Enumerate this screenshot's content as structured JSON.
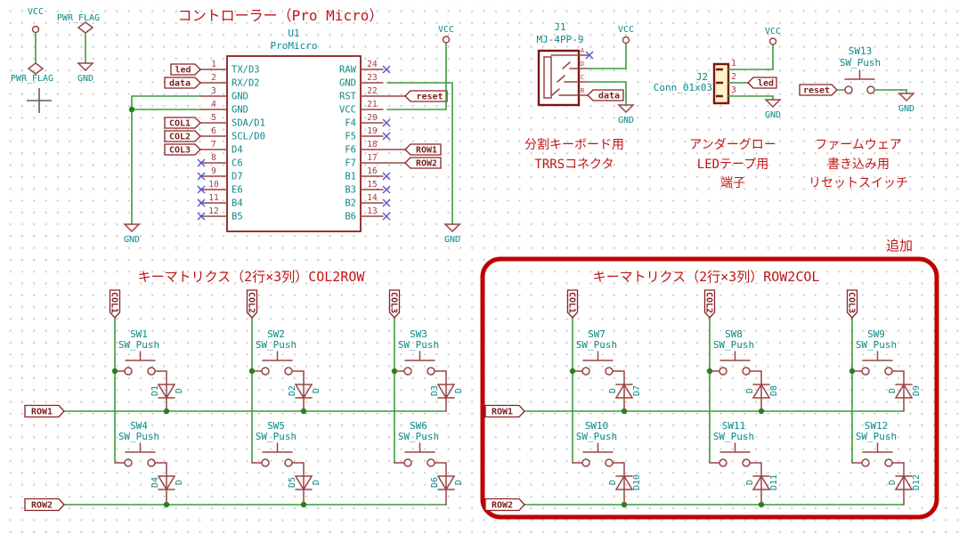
{
  "power": {
    "vcc": "VCC",
    "gnd": "GND",
    "pwr_flag": "PWR_FLAG"
  },
  "controller": {
    "title": "コントローラー（Pro Micro）",
    "ref": "U1",
    "value": "ProMicro",
    "left_pins": [
      {
        "num": "1",
        "name": "TX/D3",
        "label": "led"
      },
      {
        "num": "2",
        "name": "RX/D2",
        "label": "data"
      },
      {
        "num": "3",
        "name": "GND",
        "wire": true
      },
      {
        "num": "4",
        "name": "GND",
        "wire": true
      },
      {
        "num": "5",
        "name": "SDA/D1",
        "label": "COL1"
      },
      {
        "num": "6",
        "name": "SCL/D0",
        "label": "COL2"
      },
      {
        "num": "7",
        "name": "D4",
        "label": "COL3"
      },
      {
        "num": "8",
        "name": "C6",
        "nc": true
      },
      {
        "num": "9",
        "name": "D7",
        "nc": true
      },
      {
        "num": "10",
        "name": "E6",
        "nc": true
      },
      {
        "num": "11",
        "name": "B4",
        "nc": true
      },
      {
        "num": "12",
        "name": "B5",
        "nc": true
      }
    ],
    "right_pins": [
      {
        "num": "24",
        "name": "RAW",
        "nc": true
      },
      {
        "num": "23",
        "name": "GND",
        "wire": true
      },
      {
        "num": "22",
        "name": "RST",
        "label": "reset"
      },
      {
        "num": "21",
        "name": "VCC",
        "wire": true
      },
      {
        "num": "20",
        "name": "F4",
        "nc": true
      },
      {
        "num": "19",
        "name": "F5",
        "nc": true
      },
      {
        "num": "18",
        "name": "F6",
        "label": "ROW1"
      },
      {
        "num": "17",
        "name": "F7",
        "label": "ROW2"
      },
      {
        "num": "16",
        "name": "B1",
        "nc": true
      },
      {
        "num": "15",
        "name": "B3",
        "nc": true
      },
      {
        "num": "14",
        "name": "B2",
        "nc": true
      },
      {
        "num": "13",
        "name": "B6",
        "nc": true
      }
    ]
  },
  "trrs": {
    "ref": "J1",
    "value": "MJ-4PP-9",
    "pin_letters": [
      "A",
      "D",
      "C",
      "B"
    ],
    "data_label": "data",
    "caption_line1": "分割キーボード用",
    "caption_line2": "TRRSコネクタ"
  },
  "led_conn": {
    "ref": "J2",
    "value": "Conn_01x03",
    "pin_numbers": [
      "1",
      "2",
      "3"
    ],
    "led_label": "led",
    "caption_line1": "アンダーグロー",
    "caption_line2": "LEDテープ用",
    "caption_line3": "端子"
  },
  "reset_switch": {
    "ref": "SW13",
    "value": "SW_Push",
    "label": "reset",
    "caption_line1": "ファームウェア",
    "caption_line2": "書き込み用",
    "caption_line3": "リセットスイッチ"
  },
  "added_note": "追加",
  "matrix_left": {
    "title": "キーマトリクス（2行×3列）COL2ROW",
    "col_labels": [
      "COL1",
      "COL2",
      "COL3"
    ],
    "row_labels": [
      "ROW1",
      "ROW2"
    ],
    "cells": [
      {
        "ref": "SW1",
        "value": "SW_Push",
        "d_left": "D1",
        "d_right": "D"
      },
      {
        "ref": "SW2",
        "value": "SW_Push",
        "d_left": "D2",
        "d_right": "D"
      },
      {
        "ref": "SW3",
        "value": "SW_Push",
        "d_left": "D3",
        "d_right": "D"
      },
      {
        "ref": "SW4",
        "value": "SW_Push",
        "d_left": "D4",
        "d_right": "D"
      },
      {
        "ref": "SW5",
        "value": "SW_Push",
        "d_left": "D5",
        "d_right": "D"
      },
      {
        "ref": "SW6",
        "value": "SW_Push",
        "d_left": "D6",
        "d_right": "D"
      }
    ]
  },
  "matrix_right": {
    "title": "キーマトリクス（2行×3列）ROW2COL",
    "col_labels": [
      "COL1",
      "COL2",
      "COL3"
    ],
    "row_labels": [
      "ROW1",
      "ROW2"
    ],
    "cells": [
      {
        "ref": "SW7",
        "value": "SW_Push",
        "d_left": "D",
        "d_right": "D7"
      },
      {
        "ref": "SW8",
        "value": "SW_Push",
        "d_left": "D",
        "d_right": "D8"
      },
      {
        "ref": "SW9",
        "value": "SW_Push",
        "d_left": "D",
        "d_right": "D9"
      },
      {
        "ref": "SW10",
        "value": "SW_Push",
        "d_left": "D",
        "d_right": "D10"
      },
      {
        "ref": "SW11",
        "value": "SW_Push",
        "d_left": "D",
        "d_right": "D11"
      },
      {
        "ref": "SW12",
        "value": "SW_Push",
        "d_left": "D",
        "d_right": "D12"
      }
    ]
  },
  "colors": {
    "wire": "#3c9b3c",
    "junction": "#178a17",
    "symbol": "#9a4343",
    "outline": "#8c1f1f",
    "field_teal": "#0c8888",
    "red_text": "#c21414",
    "highlight_box": "#c00000",
    "no_connect": "#5353cd",
    "connector_fill": "#fbf4c6"
  }
}
